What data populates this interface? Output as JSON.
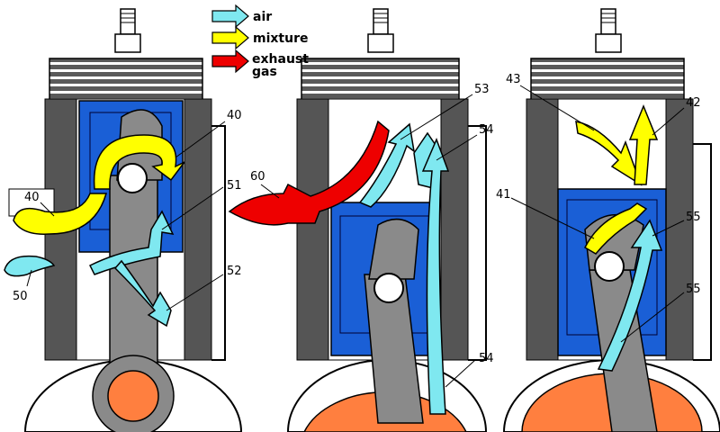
{
  "legend": {
    "items": [
      {
        "key": "air",
        "label": "air",
        "color": "#7fe8f0"
      },
      {
        "key": "mixture",
        "label": "mixture",
        "color": "#ffff00"
      },
      {
        "key": "exhaust",
        "label": "exhaust",
        "label2": "gas",
        "color": "#ee0000"
      }
    ]
  },
  "colors": {
    "cylinder": "#555555",
    "fins": "#5a5a5a",
    "piston": "#1a5fd6",
    "rod": "#8a8a8a",
    "crank": "#ff7f3f",
    "outline": "#000000"
  },
  "callouts": {
    "c40a": "40",
    "c40b": "40",
    "c50": "50",
    "c51": "51",
    "c52": "52",
    "c60": "60",
    "c53": "53",
    "c54a": "54",
    "c54b": "54",
    "c43": "43",
    "c42": "42",
    "c41": "41",
    "c55a": "55",
    "c55b": "55"
  }
}
